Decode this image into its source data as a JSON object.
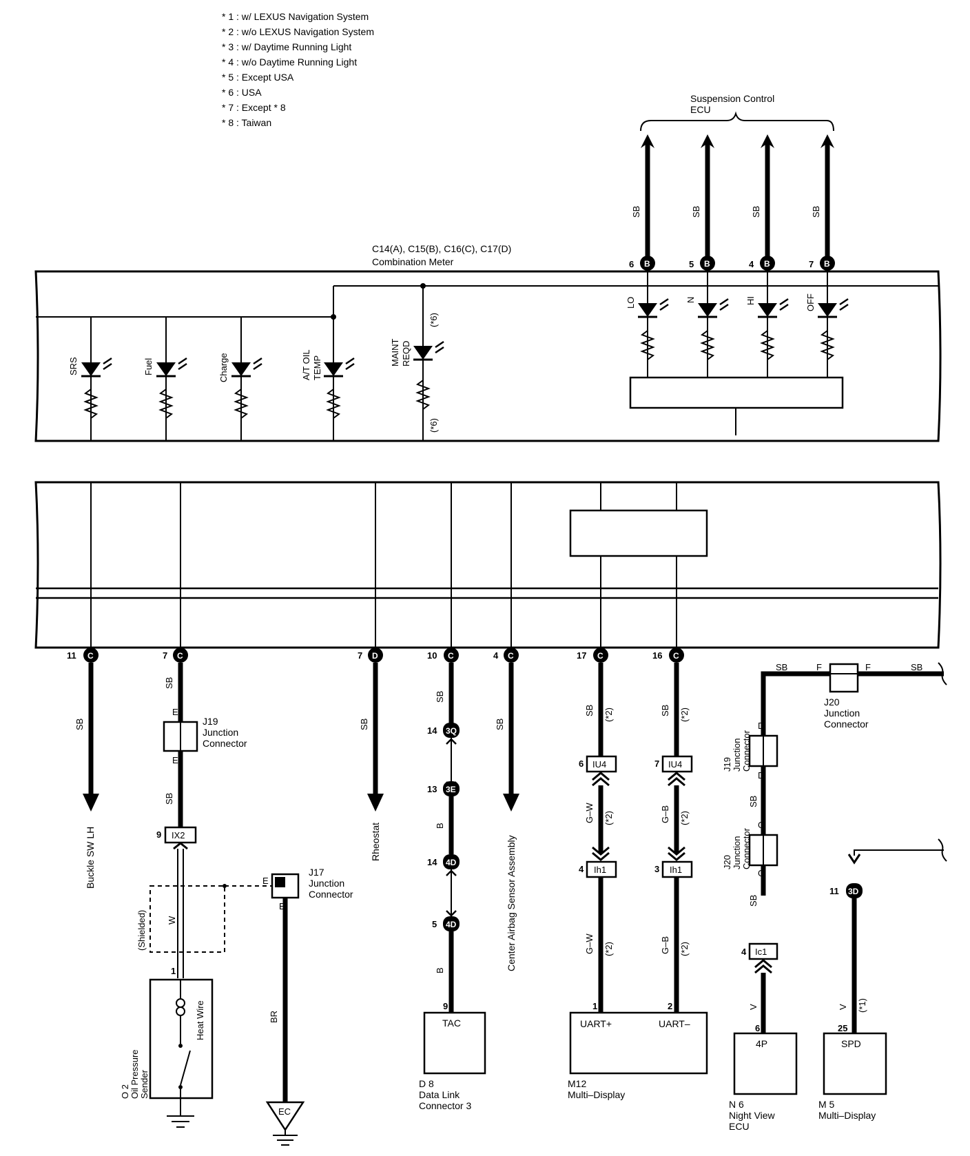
{
  "notes": [
    "* 1 : w/ LEXUS Navigation System",
    "* 2 : w/o LEXUS Navigation System",
    "* 3 : w/ Daytime Running Light",
    "* 4 : w/o Daytime Running Light",
    "* 5 : Except USA",
    "* 6 : USA",
    "* 7 : Except * 8",
    "* 8 : Taiwan"
  ],
  "suspension_ecu": {
    "line1": "Suspension Control",
    "line2": "ECU"
  },
  "meter": {
    "line1": "C14(A), C15(B), C16(C), C17(D)",
    "line2": "Combination Meter"
  },
  "top_pins": [
    {
      "num": "6",
      "conn": "B",
      "wire": "SB",
      "lamp": "LO"
    },
    {
      "num": "5",
      "conn": "B",
      "wire": "SB",
      "lamp": "N"
    },
    {
      "num": "4",
      "conn": "B",
      "wire": "SB",
      "lamp": "HI"
    },
    {
      "num": "7",
      "conn": "B",
      "wire": "SB",
      "lamp": "OFF"
    }
  ],
  "lamps": [
    {
      "label": "SRS"
    },
    {
      "label": "Fuel"
    },
    {
      "label": "Charge"
    },
    {
      "label": "A/T OIL\nTEMP"
    },
    {
      "label": "MAINT\nREQD"
    }
  ],
  "note6": "(*6)",
  "bottom_pins": [
    {
      "num": "11",
      "conn": "C"
    },
    {
      "num": "7",
      "conn": "C"
    },
    {
      "num": "7",
      "conn": "D"
    },
    {
      "num": "10",
      "conn": "C"
    },
    {
      "num": "4",
      "conn": "C"
    },
    {
      "num": "17",
      "conn": "C"
    },
    {
      "num": "16",
      "conn": "C"
    }
  ],
  "wires": {
    "sb": "SB",
    "b": "B",
    "w": "W",
    "br": "BR",
    "v": "V",
    "gw": "G–W",
    "gb": "G–B",
    "e": "E",
    "d": "D",
    "g": "G",
    "f": "F"
  },
  "notes_inline": {
    "n2": "(*2)",
    "n1": "(*1)"
  },
  "destinations": {
    "buckle": "Buckle SW LH",
    "rheostat": "Rheostat",
    "airbag": "Center Airbag Sensor Assembly"
  },
  "connectors": {
    "j19": "J19\nJunction\nConnector",
    "j17": "J17\nJunction\nConnector",
    "j20": "J20\nJunction\nConnector",
    "j19v": "J19\nJunction\nConnector",
    "j20v": "J20\nJunction\nConnector"
  },
  "ix2": {
    "num": "9",
    "label": "IX2"
  },
  "shielded": "(Shielded)",
  "oil_sender": {
    "pin": "1",
    "heat": "Heat Wire",
    "name": "O 2\nOil Pressure\nSender"
  },
  "ground": {
    "label": "EC"
  },
  "dlc_chain": [
    {
      "num": "14",
      "label": "3Q"
    },
    {
      "num": "13",
      "label": "3E"
    },
    {
      "num": "14",
      "label": "4D"
    },
    {
      "num": "5",
      "label": "4D"
    }
  ],
  "dlc": {
    "pin": "9",
    "term": "TAC",
    "name": "D 8\nData  Link\nConnector 3"
  },
  "md_iu4": [
    {
      "num": "6",
      "label": "IU4"
    },
    {
      "num": "7",
      "label": "IU4"
    }
  ],
  "md_ih1": [
    {
      "num": "4",
      "label": "Ih1"
    },
    {
      "num": "3",
      "label": "Ih1"
    }
  ],
  "md12": {
    "pin1": "1",
    "pin2": "2",
    "t1": "UART+",
    "t2": "UART–",
    "name": "M12\nMulti–Display"
  },
  "ic1": {
    "num": "4",
    "label": "Ic1"
  },
  "nv": {
    "pin": "6",
    "term": "4P",
    "name": "N 6\nNight View\nECU"
  },
  "m5": {
    "conn_num": "11",
    "conn": "3D",
    "pin": "25",
    "term": "SPD",
    "name": "M 5\nMulti–Display"
  }
}
